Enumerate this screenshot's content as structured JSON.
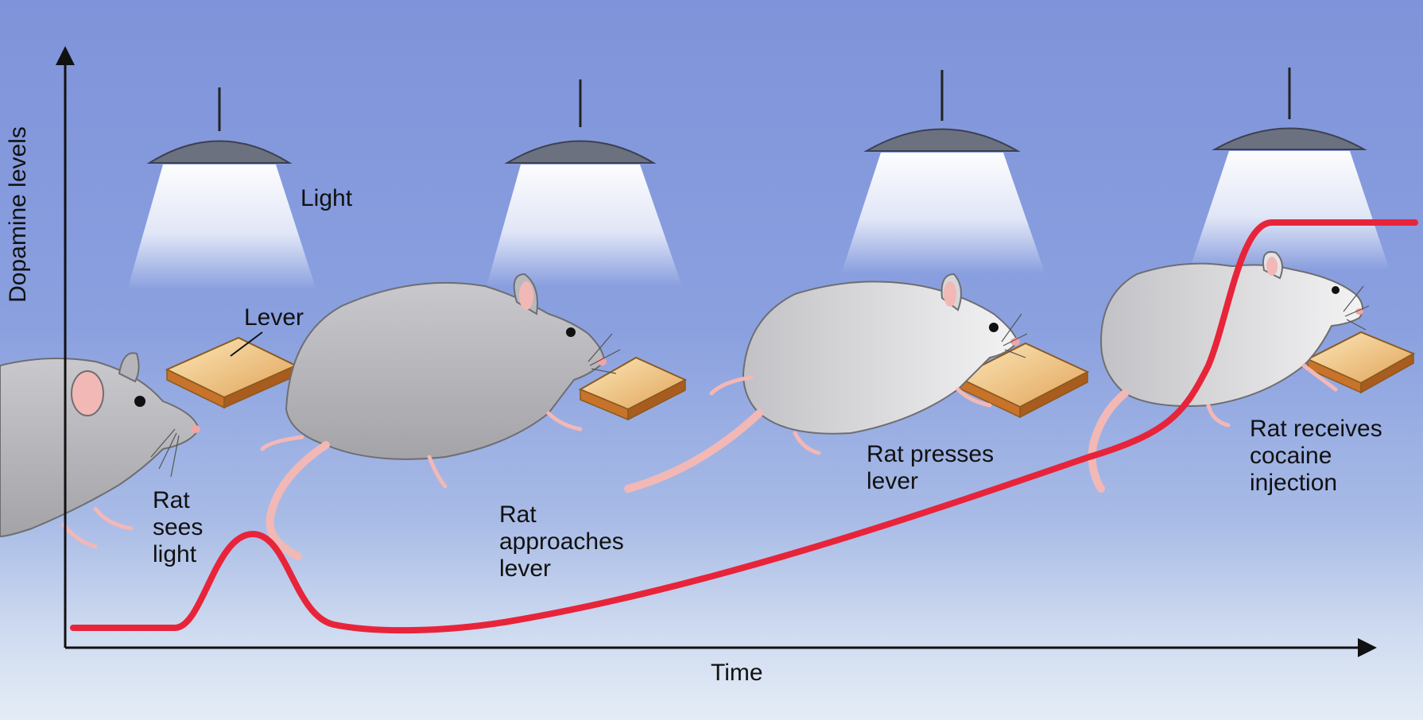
{
  "figure": {
    "y_axis_label": "Dopamine levels",
    "x_axis_label": "Time",
    "label_light": "Light",
    "label_lever": "Lever",
    "stage_1": [
      "Rat",
      "sees",
      "light"
    ],
    "stage_2": [
      "Rat",
      "approaches",
      "lever"
    ],
    "stage_3": [
      "Rat presses",
      "lever"
    ],
    "stage_4": [
      "Rat receives",
      "cocaine",
      "injection"
    ]
  },
  "colors": {
    "background_top": "#7f93da",
    "background_bottom": "#e4ecf6",
    "curve": "#e8243a",
    "lamp_shade": "#6c7180",
    "rat_body": "#b3b3b8",
    "rat_ears_tail": "#f2b8b6",
    "lever": "#d98a3a"
  },
  "icons": [
    "lamp-icon",
    "lever-icon",
    "rat-icon"
  ]
}
